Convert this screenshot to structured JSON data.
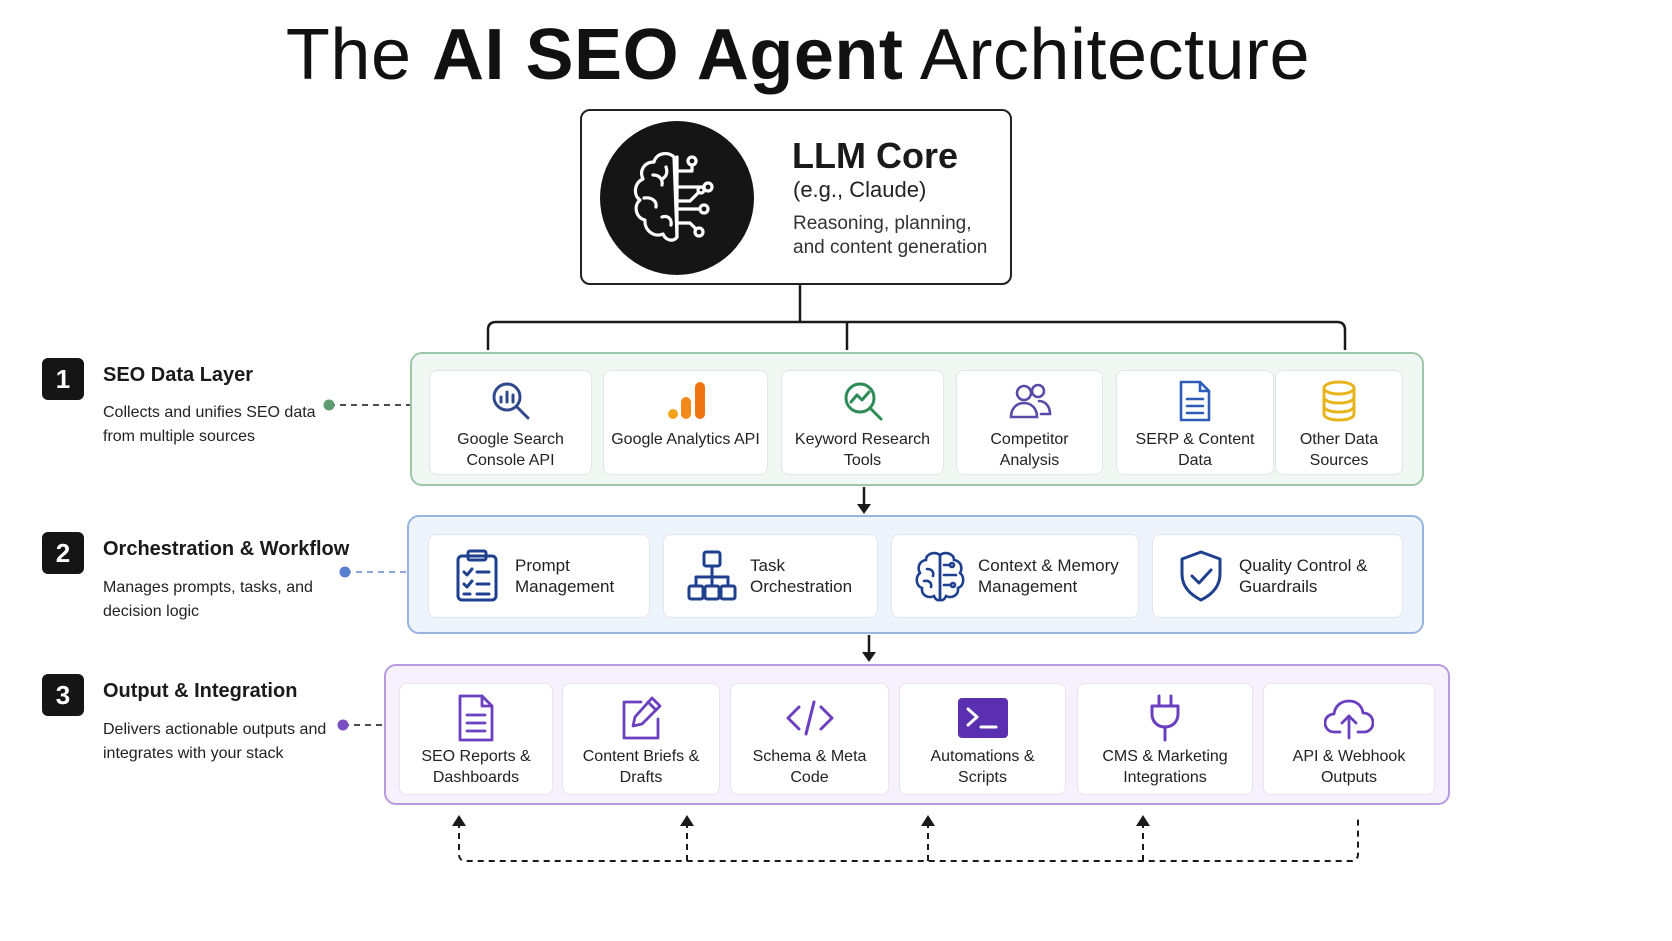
{
  "title": {
    "regular_prefix": "The",
    "bold": "AI SEO Agent",
    "regular_suffix": "Architecture"
  },
  "core": {
    "title": "LLM Core",
    "subtitle": "(e.g., Claude)",
    "description": "Reasoning, planning, and content generation",
    "icon": "brain-circuit-icon"
  },
  "layers": [
    {
      "number": "1",
      "title": "SEO Data Layer",
      "description": "Collects and unifies SEO data from multiple sources",
      "accent": "#5f9c6f",
      "items": [
        {
          "label": "Google Search Console API",
          "icon": "magnifier-chart-icon",
          "color": "#2f4a8a"
        },
        {
          "label": "Google Analytics API",
          "icon": "bar-chart-icon",
          "color": "#f28a1b"
        },
        {
          "label": "Keyword Research Tools",
          "icon": "trend-magnifier-icon",
          "color": "#2e8a57"
        },
        {
          "label": "Competitor Analysis",
          "icon": "users-icon",
          "color": "#5a4aa8"
        },
        {
          "label": "SERP & Content Data",
          "icon": "document-icon",
          "color": "#2c5cb8"
        },
        {
          "label": "Other Data Sources",
          "icon": "database-icon",
          "color": "#e8b41c"
        }
      ]
    },
    {
      "number": "2",
      "title": "Orchestration & Workflow",
      "description": "Manages prompts, tasks, and decision logic",
      "accent": "#5b7fd0",
      "items": [
        {
          "label": "Prompt Management",
          "icon": "clipboard-checklist-icon",
          "color": "#1f3f8f"
        },
        {
          "label": "Task Orchestration",
          "icon": "hierarchy-icon",
          "color": "#1f3f8f"
        },
        {
          "label": "Context & Memory Management",
          "icon": "brain-icon",
          "color": "#1f3f8f"
        },
        {
          "label": "Quality Control & Guardrails",
          "icon": "shield-check-icon",
          "color": "#1f3f8f"
        }
      ]
    },
    {
      "number": "3",
      "title": "Output & Integration",
      "description": "Delivers actionable outputs and integrates with your stack",
      "accent": "#7a4fc4",
      "items": [
        {
          "label": "SEO Reports & Dashboards",
          "icon": "report-document-icon",
          "color": "#6a3fc0"
        },
        {
          "label": "Content Briefs & Drafts",
          "icon": "pencil-edit-icon",
          "color": "#6a3fc0"
        },
        {
          "label": "Schema & Meta Code",
          "icon": "code-brackets-icon",
          "color": "#6a3fc0"
        },
        {
          "label": "Automations & Scripts",
          "icon": "terminal-icon",
          "color": "#5a2fb0"
        },
        {
          "label": "CMS & Marketing Integrations",
          "icon": "plug-icon",
          "color": "#6a3fc0"
        },
        {
          "label": "API & Webhook Outputs",
          "icon": "cloud-upload-icon",
          "color": "#6a3fc0"
        }
      ]
    }
  ]
}
